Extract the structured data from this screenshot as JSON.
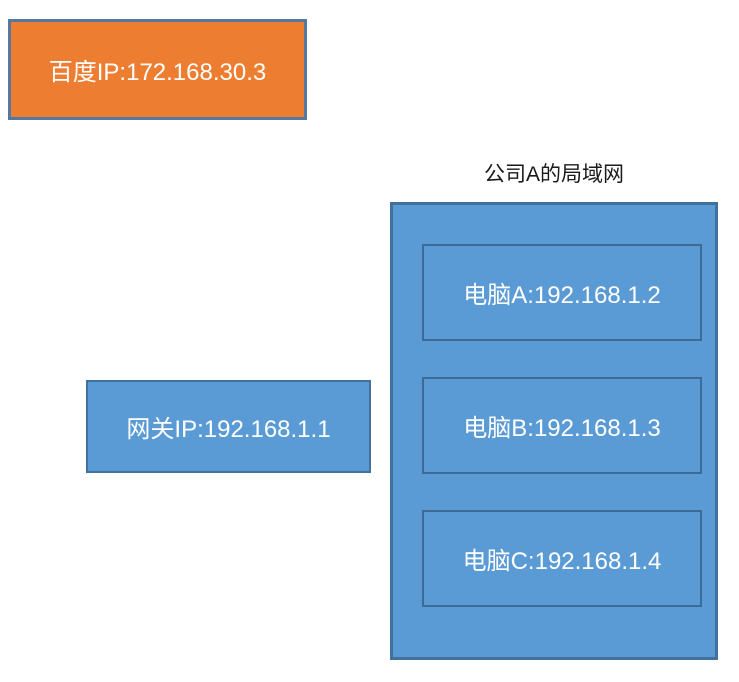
{
  "diagram": {
    "baidu": {
      "label": "百度IP:172.168.30.3"
    },
    "lan": {
      "title": "公司A的局域网",
      "computers": [
        {
          "label": "电脑A:192.168.1.2"
        },
        {
          "label": "电脑B:192.168.1.3"
        },
        {
          "label": "电脑C:192.168.1.4"
        }
      ]
    },
    "gateway": {
      "label": "网关IP:192.168.1.1"
    },
    "colors": {
      "baidu_fill": "#ED7D31",
      "baidu_border": "#54789E",
      "blue_fill": "#5B9BD5",
      "blue_border_outer": "#41719C",
      "blue_border_inner": "#3E6A96",
      "text_on_fill": "#FFFFFF",
      "title_text": "#1A1A1A",
      "background": "#FFFFFF"
    }
  }
}
